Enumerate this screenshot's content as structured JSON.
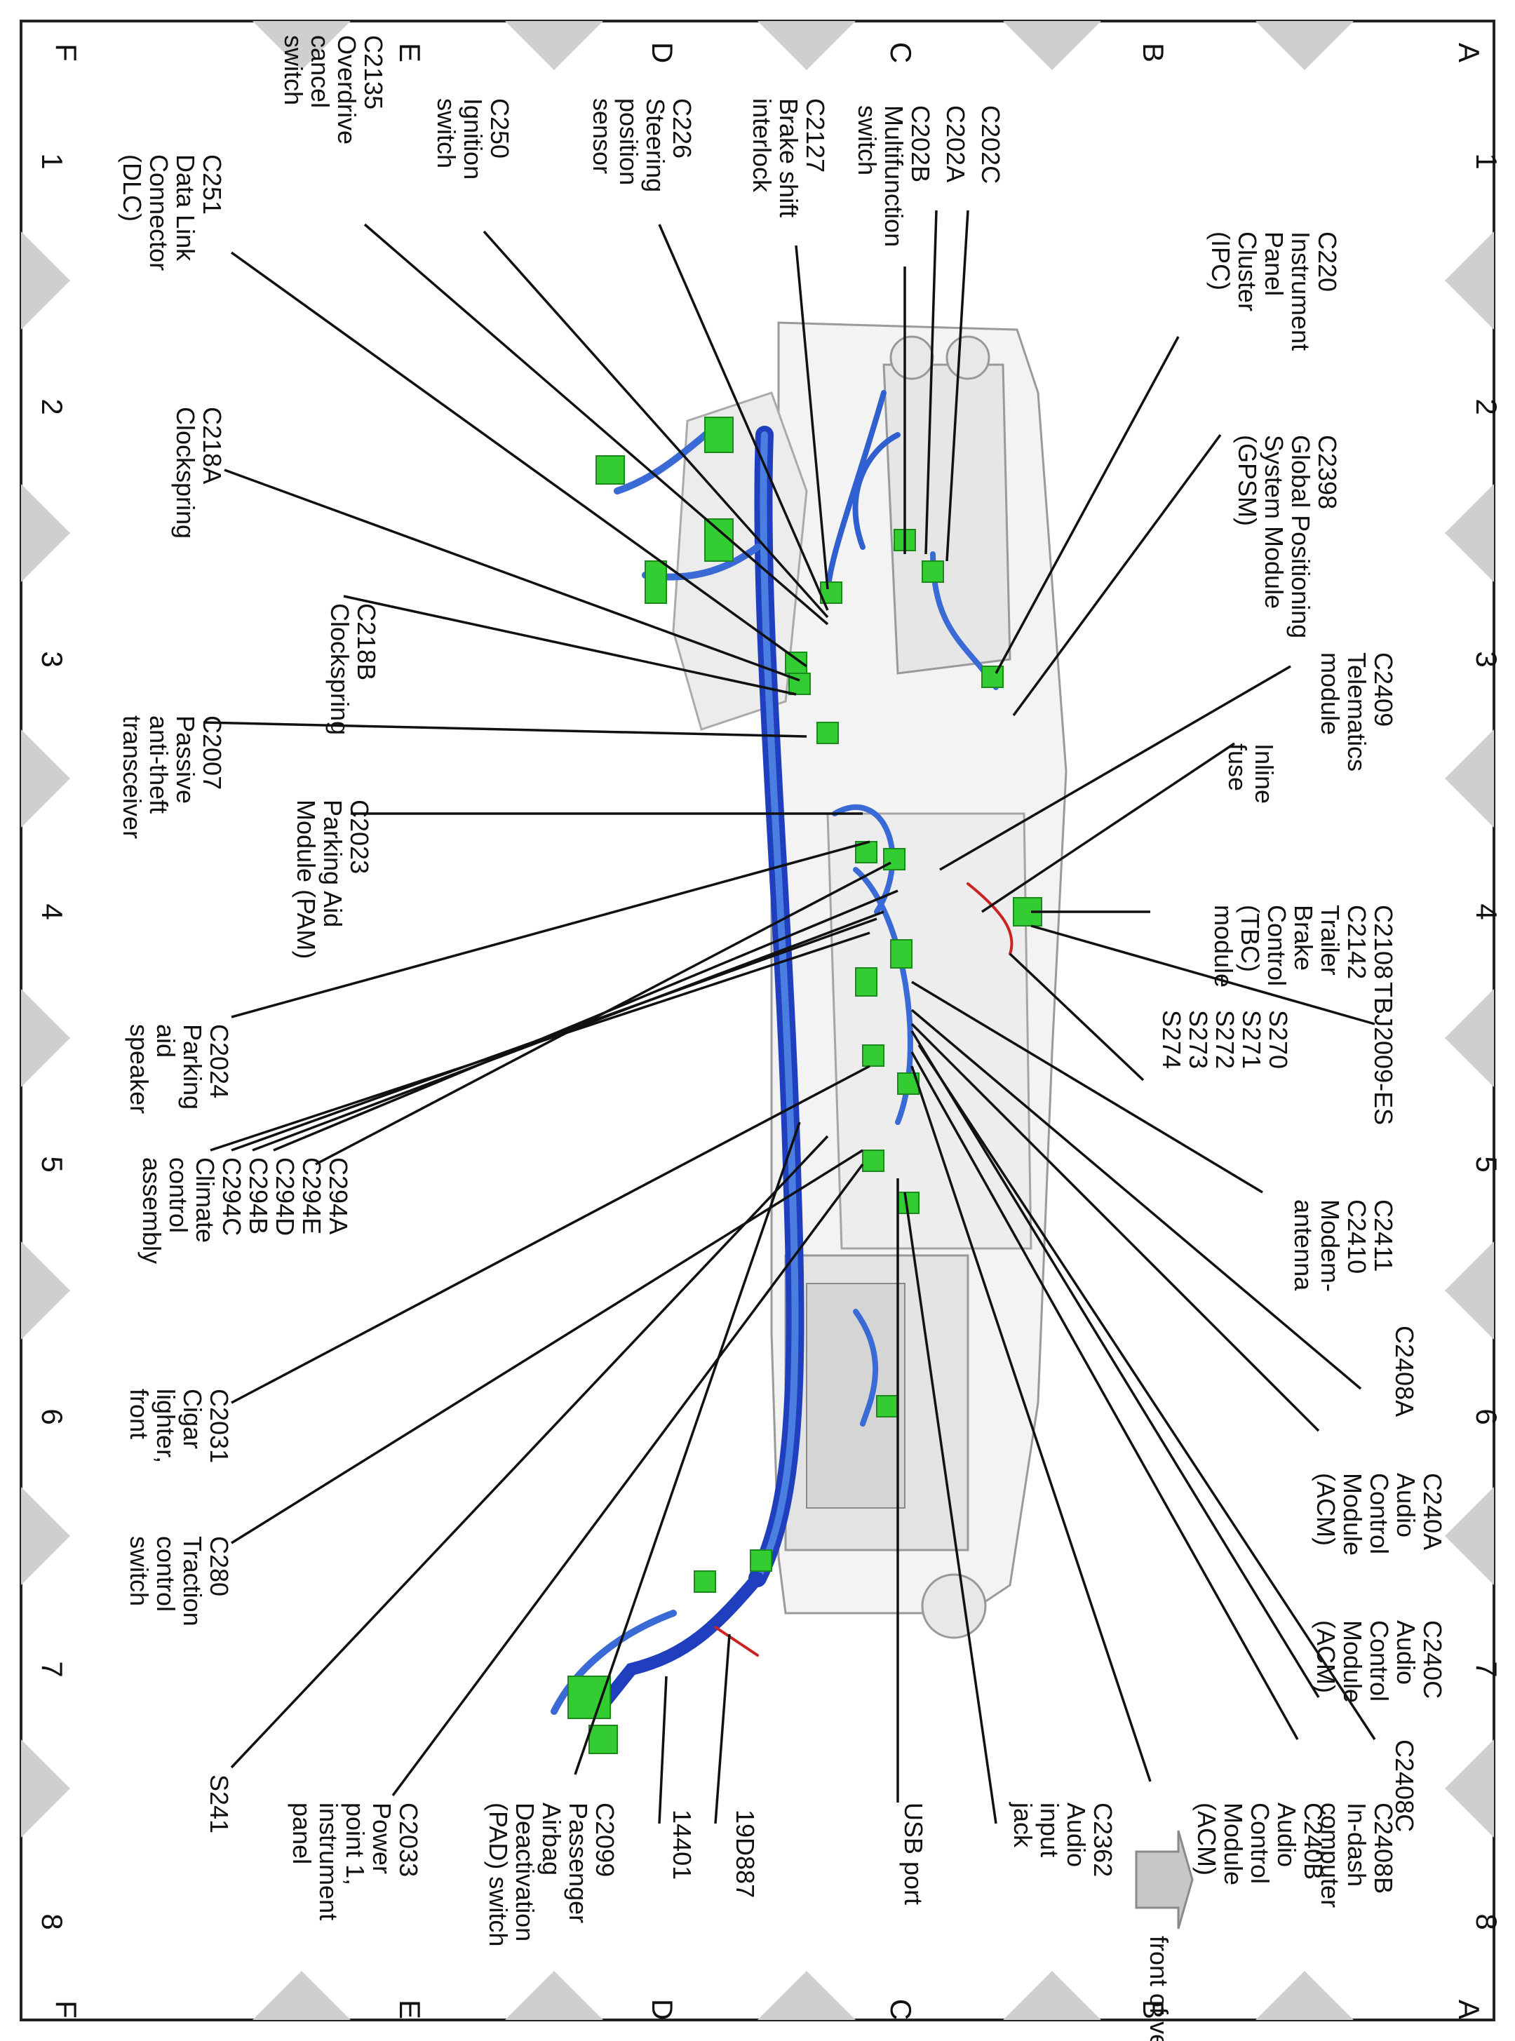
{
  "grid": {
    "columns": [
      "1",
      "2",
      "3",
      "4",
      "5",
      "6",
      "7",
      "8"
    ],
    "rows": [
      "A",
      "B",
      "C",
      "D",
      "E",
      "F"
    ]
  },
  "footer": {
    "arrow_label": "front of vehicle"
  },
  "connectors": [
    {
      "id": "c220",
      "lines": [
        "C220",
        "Instrument",
        "Panel",
        "Cluster",
        "(IPC)"
      ]
    },
    {
      "id": "c2398",
      "lines": [
        "C2398",
        "Global Positioning",
        "System Module",
        "(GPSM)"
      ]
    },
    {
      "id": "c2409",
      "lines": [
        "C2409",
        "Telematics",
        "module"
      ]
    },
    {
      "id": "inline-fuse",
      "lines": [
        "Inline",
        "fuse"
      ]
    },
    {
      "id": "c2108",
      "lines": [
        "C2108",
        "C2142",
        "Trailer",
        "Brake",
        "Control",
        "(TBC)",
        "module"
      ]
    },
    {
      "id": "tbj2009",
      "lines": [
        "TBJ2009-ES"
      ]
    },
    {
      "id": "s270",
      "lines": [
        "S270",
        "S271",
        "S272",
        "S273",
        "S274"
      ]
    },
    {
      "id": "c2411",
      "lines": [
        "C2411",
        "C2410",
        "Modem-",
        "antenna"
      ]
    },
    {
      "id": "c2408a",
      "lines": [
        "C2408A"
      ]
    },
    {
      "id": "c240a",
      "lines": [
        "C240A",
        "Audio",
        "Control",
        "Module",
        "(ACM)"
      ]
    },
    {
      "id": "c240c",
      "lines": [
        "C240C",
        "Audio",
        "Control",
        "Module",
        "(ACM)"
      ]
    },
    {
      "id": "c2408c",
      "lines": [
        "C2408C"
      ]
    },
    {
      "id": "c2408b",
      "lines": [
        "C2408B",
        "In-dash",
        "computer"
      ]
    },
    {
      "id": "c240b",
      "lines": [
        "C240B",
        "Audio",
        "Control",
        "Module",
        "(ACM)"
      ]
    },
    {
      "id": "c2362",
      "lines": [
        "C2362",
        "Audio",
        "input",
        "jack"
      ]
    },
    {
      "id": "usb",
      "lines": [
        "USB port"
      ]
    },
    {
      "id": "c202c",
      "lines": [
        "C202C"
      ]
    },
    {
      "id": "c202a",
      "lines": [
        "C202A"
      ]
    },
    {
      "id": "c202b",
      "lines": [
        "C202B",
        "Multifunction",
        "switch"
      ]
    },
    {
      "id": "c2127",
      "lines": [
        "C2127",
        "Brake shift",
        "interlock"
      ]
    },
    {
      "id": "c226",
      "lines": [
        "C226",
        "Steering",
        "position",
        "sensor"
      ]
    },
    {
      "id": "c250",
      "lines": [
        "C250",
        "Ignition",
        "switch"
      ]
    },
    {
      "id": "c2135",
      "lines": [
        "C2135",
        "Overdrive",
        "cancel",
        "switch"
      ]
    },
    {
      "id": "c251",
      "lines": [
        "C251",
        "Data Link",
        "Connector",
        "(DLC)"
      ]
    },
    {
      "id": "c218a",
      "lines": [
        "C218A",
        "Clockspring"
      ]
    },
    {
      "id": "c218b",
      "lines": [
        "C218B",
        "Clockspring"
      ]
    },
    {
      "id": "c2007",
      "lines": [
        "C2007",
        "Passive",
        "anti-theft",
        "transceiver"
      ]
    },
    {
      "id": "c2023",
      "lines": [
        "C2023",
        "Parking Aid",
        "Module (PAM)"
      ]
    },
    {
      "id": "c2024",
      "lines": [
        "C2024",
        "Parking",
        "aid",
        "speaker"
      ]
    },
    {
      "id": "c294",
      "lines": [
        "C294A",
        "C294E",
        "C294D",
        "C294B",
        "C294C",
        "Climate",
        "control",
        "assembly"
      ]
    },
    {
      "id": "c2031",
      "lines": [
        "C2031",
        "Cigar",
        "lighter,",
        "front"
      ]
    },
    {
      "id": "c280",
      "lines": [
        "C280",
        "Traction",
        "control",
        "switch"
      ]
    },
    {
      "id": "s241",
      "lines": [
        "S241"
      ]
    },
    {
      "id": "c2033",
      "lines": [
        "C2033",
        "Power",
        "point 1,",
        "instrument",
        "panel"
      ]
    },
    {
      "id": "c2099",
      "lines": [
        "C2099",
        "Passenger",
        "Airbag",
        "Deactivation",
        "(PAD) switch"
      ]
    },
    {
      "id": "p14401",
      "lines": [
        "14401"
      ]
    },
    {
      "id": "p19d887",
      "lines": [
        "19D887"
      ]
    }
  ]
}
